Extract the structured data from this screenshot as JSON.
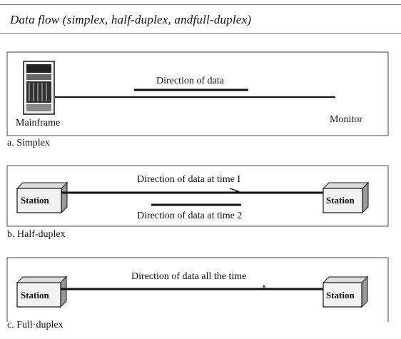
{
  "title": "Data flow (simplex,  half-duplex,  andfull-duplex)",
  "simplex": {
    "direction_label": "Direction of data",
    "left_device": "Mainframe",
    "right_device": "Monitor",
    "caption": "a. Simplex"
  },
  "half_duplex": {
    "direction_label_1": "Direction of data at time  I",
    "direction_label_2": "Direction of data at time 2",
    "left_station": "Station",
    "right_station": "Station",
    "caption": "b. Half-duplex"
  },
  "full_duplex": {
    "direction_label": "Direction of data all the time",
    "left_station": "Station",
    "right_station": "Station",
    "caption": "c. Full·duplex"
  }
}
